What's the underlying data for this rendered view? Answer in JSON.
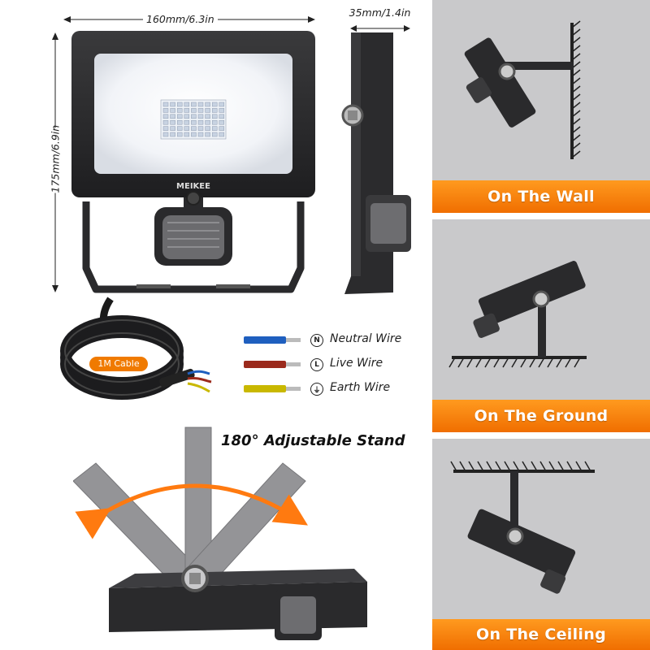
{
  "dimensions": {
    "width_label": "160mm/6.3in",
    "height_label": "175mm/6.9in",
    "depth_label": "35mm/1.4in"
  },
  "brand": {
    "logo_text": "MEIKEE"
  },
  "cable": {
    "label": "1M Cable"
  },
  "wires": [
    {
      "icon_text": "N",
      "label": "Neutral Wire",
      "color": "#1f5fbf"
    },
    {
      "icon_text": "L",
      "label": "Live Wire",
      "color": "#9b2a1c"
    },
    {
      "icon_text": "⏚",
      "label": "Earth Wire",
      "color": "#c9b800"
    }
  ],
  "stand": {
    "title": "180° Adjustable Stand",
    "arrow_color": "#ff7a10"
  },
  "mounting": [
    {
      "label": "On The Wall"
    },
    {
      "label": "On The Ground"
    },
    {
      "label": "On The Ceiling"
    }
  ],
  "colors": {
    "banner": "#f07a00",
    "panel": "#c9c9cb",
    "housing": "#2a2a2c"
  }
}
